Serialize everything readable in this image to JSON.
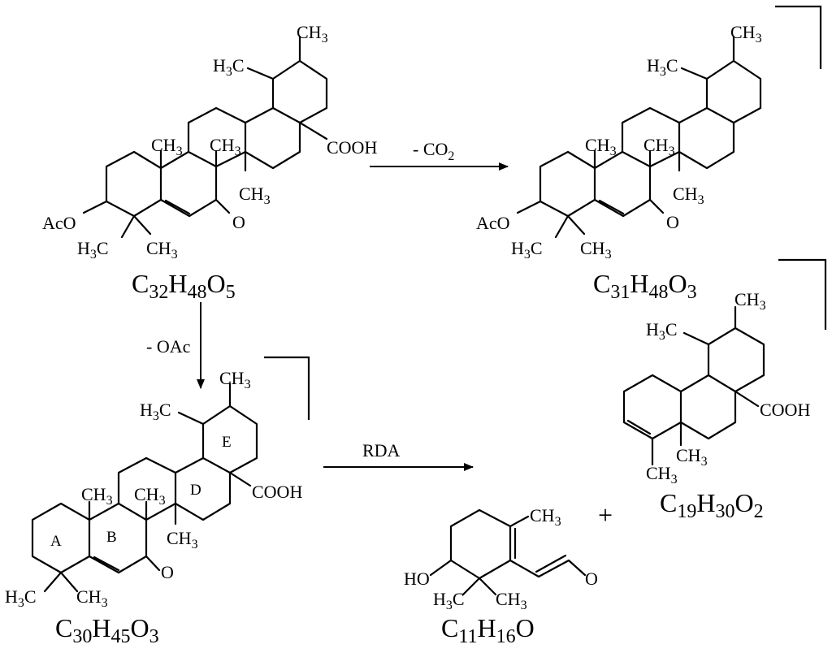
{
  "compounds": {
    "c1": {
      "formula": {
        "C": "C",
        "c": "32",
        "H": "H",
        "h": "48",
        "O": "O",
        "o": "5"
      },
      "substituents": {
        "me_top": "CH3",
        "me_left": "H3C",
        "me_a": "CH3",
        "me_b": "CH3",
        "me_c": "CH3",
        "cooh": "COOH",
        "oac": "AcO",
        "gem1": "H3C",
        "gem2": "CH3",
        "ketone": "O"
      }
    },
    "c2": {
      "formula": {
        "C": "C",
        "c": "31",
        "H": "H",
        "h": "48",
        "O": "O",
        "o": "3"
      },
      "substituents": {
        "me_top": "CH3",
        "me_left": "H3C",
        "me_a": "CH3",
        "me_b": "CH3",
        "me_c": "CH3",
        "oac": "AcO",
        "gem1": "H3C",
        "gem2": "CH3",
        "ketone": "O"
      }
    },
    "c3": {
      "formula": {
        "C": "C",
        "c": "30",
        "H": "H",
        "h": "45",
        "O": "O",
        "o": "3"
      },
      "substituents": {
        "me_top": "CH3",
        "me_left": "H3C",
        "me_a": "CH3",
        "me_b": "CH3",
        "me_c": "CH3",
        "cooh": "COOH",
        "gem1": "H3C",
        "gem2": "CH3",
        "ketone": "O"
      },
      "ring_labels": {
        "a": "A",
        "b": "B",
        "d": "D",
        "e": "E"
      }
    },
    "c4": {
      "formula": {
        "C": "C",
        "c": "19",
        "H": "H",
        "h": "30",
        "O": "O",
        "o": "2"
      },
      "substituents": {
        "me_top": "CH3",
        "me_left": "H3C",
        "me_a": "CH3",
        "me_b": "CH3",
        "cooh": "COOH"
      }
    },
    "c5": {
      "formula": {
        "C": "C",
        "c": "11",
        "H": "H",
        "h": "16",
        "O": "O"
      },
      "substituents": {
        "me_top": "CH3",
        "ho": "HO",
        "gem1": "H3C",
        "gem2": "CH3",
        "ald": "O"
      }
    }
  },
  "reactions": {
    "co2_loss": {
      "label": "- CO2",
      "main": "- CO",
      "sub": "2"
    },
    "oac_loss": {
      "label": "- OAc"
    },
    "rda": {
      "label": "RDA"
    }
  },
  "plus_sign": "+"
}
